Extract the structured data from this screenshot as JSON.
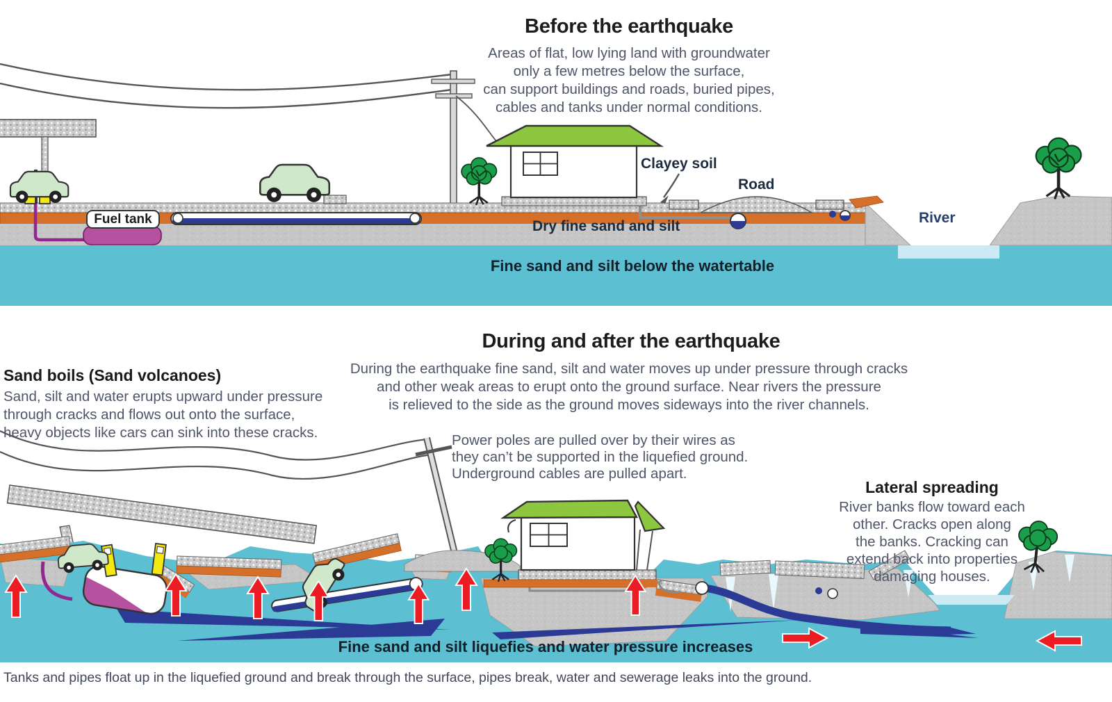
{
  "top": {
    "title": "Before the earthquake",
    "desc_lines": [
      "Areas of flat, low lying land with groundwater",
      "only a few metres below the surface,",
      "can support buildings and roads, buried pipes,",
      "cables and tanks under normal conditions."
    ],
    "labels": {
      "fuel_tank": "Fuel tank",
      "clayey_soil": "Clayey soil",
      "road": "Road",
      "dry_sand": "Dry fine sand and silt",
      "river": "River",
      "watertable": "Fine sand and silt below the watertable"
    }
  },
  "bottom": {
    "title": "During and after the earthquake",
    "desc_lines": [
      "During the earthquake fine sand, silt and water moves up under pressure through cracks",
      "and other weak areas to erupt onto the ground surface. Near rivers the pressure",
      "is relieved to the side as the ground moves sideways into the river channels."
    ],
    "sand_boils": {
      "heading": "Sand boils (Sand volcanoes)",
      "lines": [
        "Sand, silt and water erupts upward under pressure",
        "through cracks and flows out onto the surface,",
        "heavy objects like cars can sink into these cracks."
      ]
    },
    "power_poles_lines": [
      "Power poles are pulled over by their wires as",
      "they can’t be supported in the liquefied ground.",
      "Underground cables are pulled apart."
    ],
    "lateral": {
      "heading": "Lateral spreading",
      "lines": [
        "River banks flow toward each",
        "other. Cracks open along",
        "the banks. Cracking can",
        "extend back into properties",
        "damaging houses."
      ]
    },
    "liquefies_caption": "Fine sand and silt liquefies and water pressure increases",
    "footer": "Tanks and pipes float up in the liquefied ground and break through the surface, pipes break, water and sewerage leaks into the ground."
  },
  "colors": {
    "water": "#5cbfd2",
    "river": "#cdeaf4",
    "clay": "#d5702a",
    "ground": "#c6c6c6",
    "roof": "#8dc63f",
    "car": "#cfe8c9",
    "tank": "#b5519e",
    "pipe": "#2b3a94",
    "arrow": "#ec1c24",
    "pump": "#f3e80f",
    "tree": "#1a9e49",
    "wire": "#555555"
  }
}
